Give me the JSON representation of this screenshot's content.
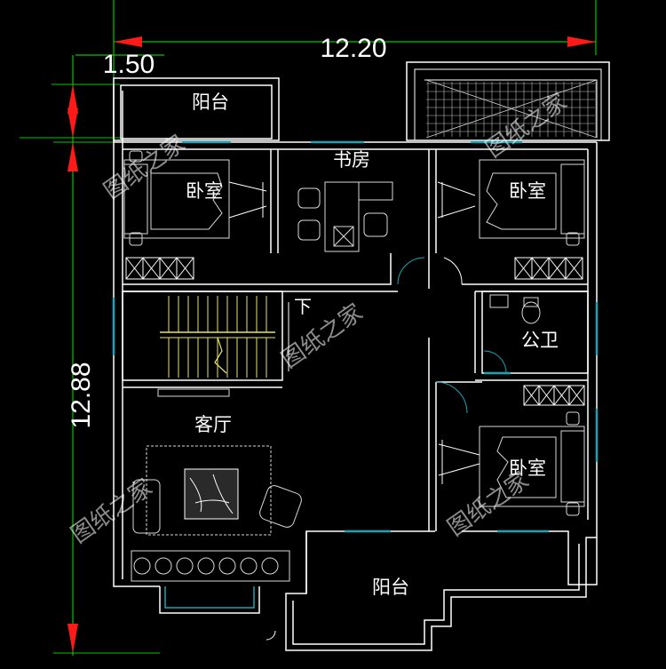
{
  "dimensions": {
    "total_width": "12.20",
    "bay_width": "1.50",
    "total_depth": "12.88"
  },
  "rooms": {
    "balcony_top": "阳台",
    "study": "书房",
    "bedroom_nw": "卧室",
    "bedroom_ne": "卧室",
    "stair_down": "下",
    "public_bath": "公卫",
    "living_room": "客厅",
    "bedroom_se": "卧室",
    "balcony_bottom": "阳台"
  },
  "watermark": "图纸之家",
  "colors": {
    "background": "#000000",
    "wall": "#ffffff",
    "dimension_arrow": "#ff1a1a",
    "dimension_line": "#00c800",
    "window": "#19a3b5",
    "furniture": "#d8d8d8",
    "stair": "#e8e36a"
  }
}
